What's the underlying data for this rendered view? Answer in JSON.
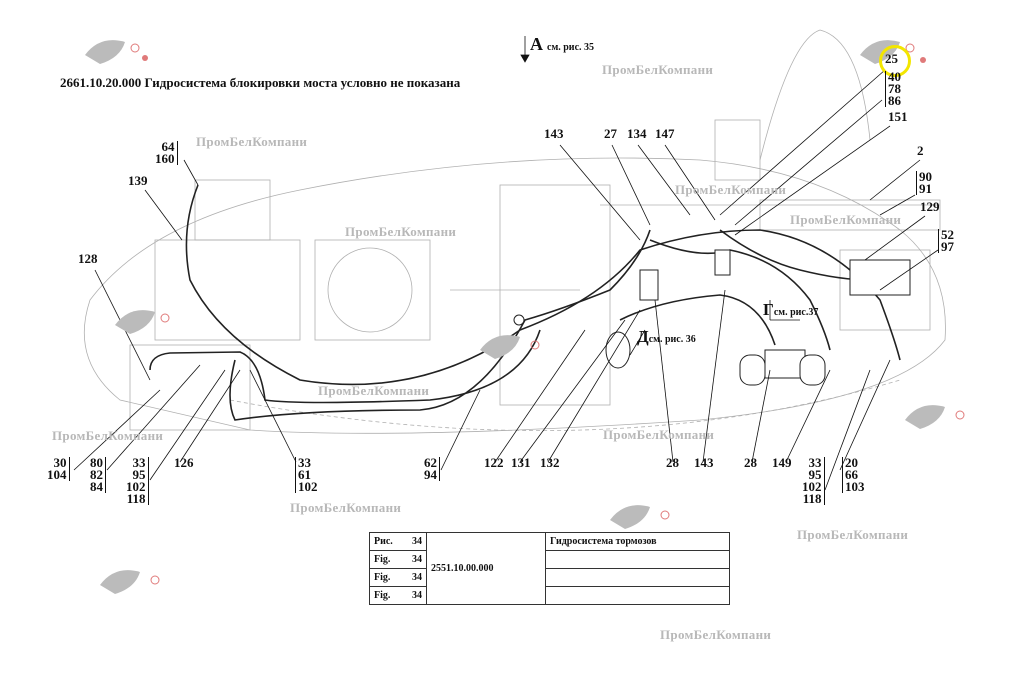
{
  "header": {
    "title": "2661.10.20.000 Гидросистема блокировки моста условно не показана",
    "view_a": {
      "letter": "А",
      "ref": "см. рис. 35"
    }
  },
  "view_refs": {
    "g": {
      "letter": "Г",
      "ref": "см. рис.37"
    },
    "d": {
      "letter": "Д",
      "ref": "см. рис. 36"
    }
  },
  "watermark": "ПромБелКомпани",
  "highlighted_callout": "25",
  "callouts": {
    "c64_160": [
      "64",
      "160"
    ],
    "c139": "139",
    "c128": "128",
    "c143t": "143",
    "c27": "27",
    "c134": "134",
    "c147": "147",
    "c25": "25",
    "c40_78_86": [
      "40",
      "78",
      "86"
    ],
    "c151": "151",
    "c2": "2",
    "c90_91": [
      "90",
      "91"
    ],
    "c129": "129",
    "c52_97": [
      "52",
      "97"
    ],
    "c30_104": [
      "30",
      "104"
    ],
    "c80_82_84": [
      "80",
      "82",
      "84"
    ],
    "c33_95_102_118a": [
      "33",
      "95",
      "102",
      "118"
    ],
    "c126": "126",
    "c33_61_102": [
      "33",
      "61",
      "102"
    ],
    "c62_94": [
      "62",
      "94"
    ],
    "c122": "122",
    "c131": "131",
    "c132": "132",
    "c28a": "28",
    "c143b": "143",
    "c28b": "28",
    "c149": "149",
    "c33_95_102_118b": [
      "33",
      "95",
      "102",
      "118"
    ],
    "c20_66_103": [
      "20",
      "66",
      "103"
    ]
  },
  "title_block": {
    "rows": [
      {
        "label": "Рис.",
        "num": "34"
      },
      {
        "label": "Fig.",
        "num": "34"
      },
      {
        "label": "Fig.",
        "num": "34"
      },
      {
        "label": "Fig.",
        "num": "34"
      }
    ],
    "designation": "2551.10.00.000",
    "names": [
      "Гидросистема тормозов",
      "",
      "",
      ""
    ]
  },
  "colors": {
    "line": "#111111",
    "thin": "#9a9a9a",
    "highlight": "#f3e600",
    "watermark": "#b8b8b8",
    "logo_red": "#e07a7a"
  }
}
